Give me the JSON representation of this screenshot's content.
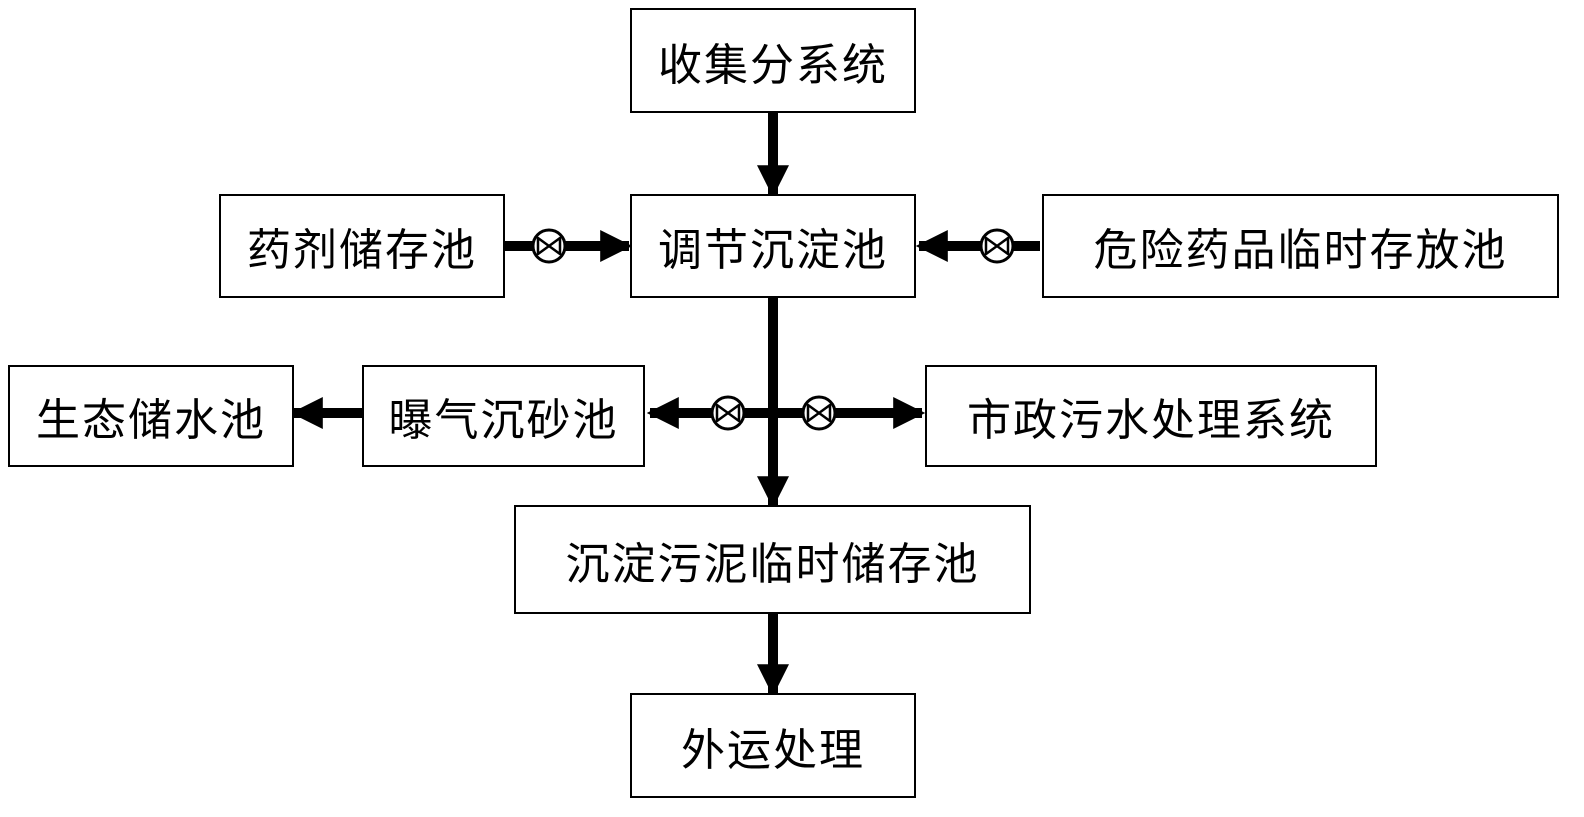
{
  "nodes": {
    "collection": "收集分系统",
    "chemical_storage": "药剂储存池",
    "regulating_tank": "调节沉淀池",
    "hazardous_storage": "危险药品临时存放池",
    "eco_storage": "生态储水池",
    "aeration_grit": "曝气沉砂池",
    "municipal": "市政污水处理系统",
    "sludge_storage": "沉淀污泥临时储存池",
    "offsite": "外运处理"
  },
  "colors": {
    "line": "#000000",
    "background": "#ffffff"
  }
}
